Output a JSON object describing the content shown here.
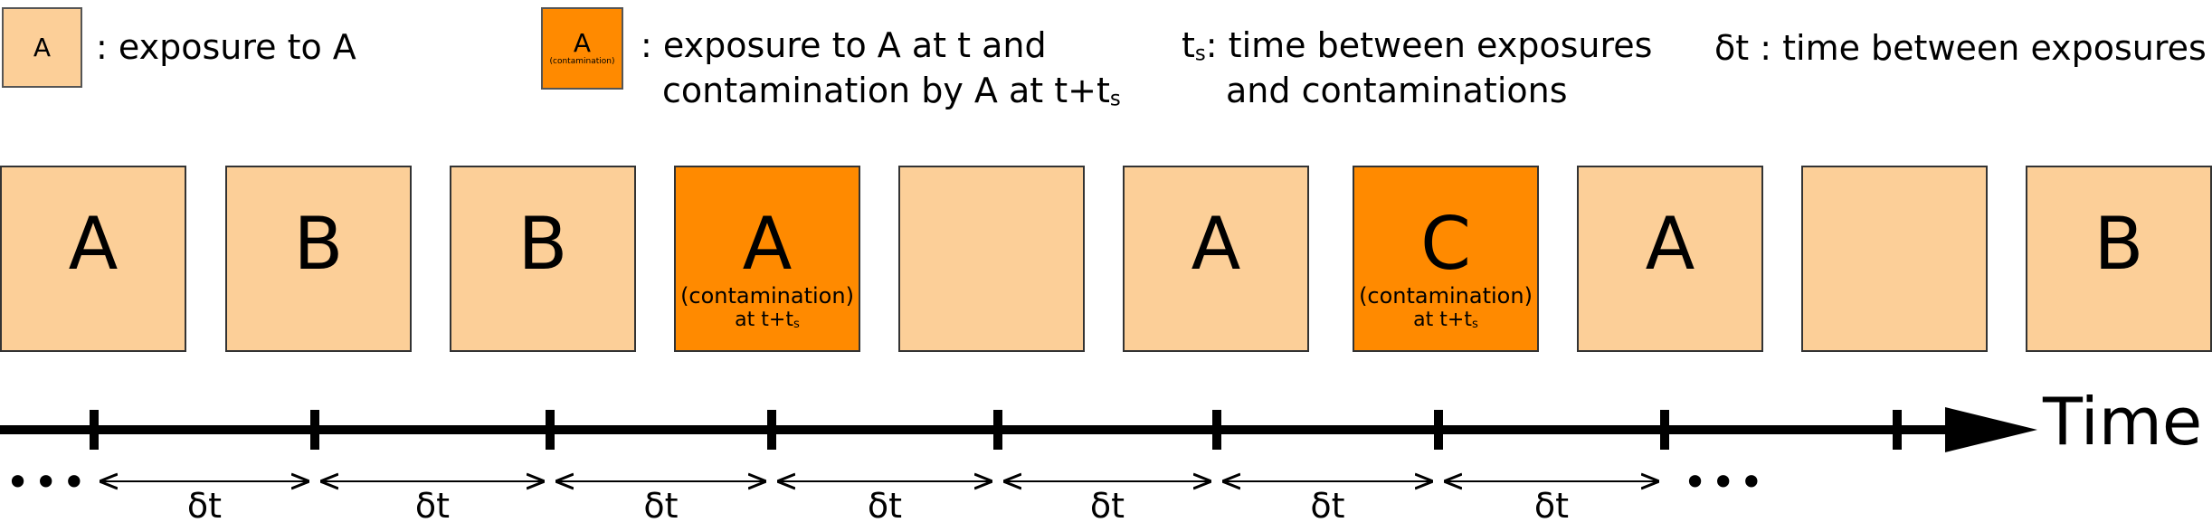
{
  "legend": {
    "plain_box_letter": "A",
    "plain_text": ": exposure to A",
    "contam_box_letter": "A",
    "contam_box_small": "(contamination)",
    "contam_text_line1": ": exposure to A at t and",
    "contam_text_line2_main": "contamination by A at t+t",
    "contam_text_line2_sub": "s",
    "ts_symbol_main": "t",
    "ts_symbol_sub": "s",
    "ts_text_line1": ": time between exposures",
    "ts_text_line2": "and contaminations",
    "dt_text": "δt : time between exposures"
  },
  "exposures": [
    {
      "letter": "A",
      "contaminated": false
    },
    {
      "letter": "B",
      "contaminated": false
    },
    {
      "letter": "B",
      "contaminated": false
    },
    {
      "letter": "A",
      "contaminated": true,
      "note": "(contamination)",
      "sub_main": "at t+t",
      "sub_sub": "s"
    },
    {
      "letter": "",
      "contaminated": false
    },
    {
      "letter": "A",
      "contaminated": false
    },
    {
      "letter": "C",
      "contaminated": true,
      "note": "(contamination)",
      "sub_main": "at t+t",
      "sub_sub": "s"
    },
    {
      "letter": "A",
      "contaminated": false
    },
    {
      "letter": "",
      "contaminated": false
    },
    {
      "letter": "B",
      "contaminated": false
    }
  ],
  "axis": {
    "label": "Time",
    "ellipsis_left": "•••",
    "ellipsis_right": "•••",
    "interval_labels": [
      "δt",
      "δt",
      "δt",
      "δt",
      "δt",
      "δt",
      "δt"
    ]
  },
  "colors": {
    "exposure": "#FCCF98",
    "contamination": "#FF8A00",
    "axis": "#000000"
  }
}
